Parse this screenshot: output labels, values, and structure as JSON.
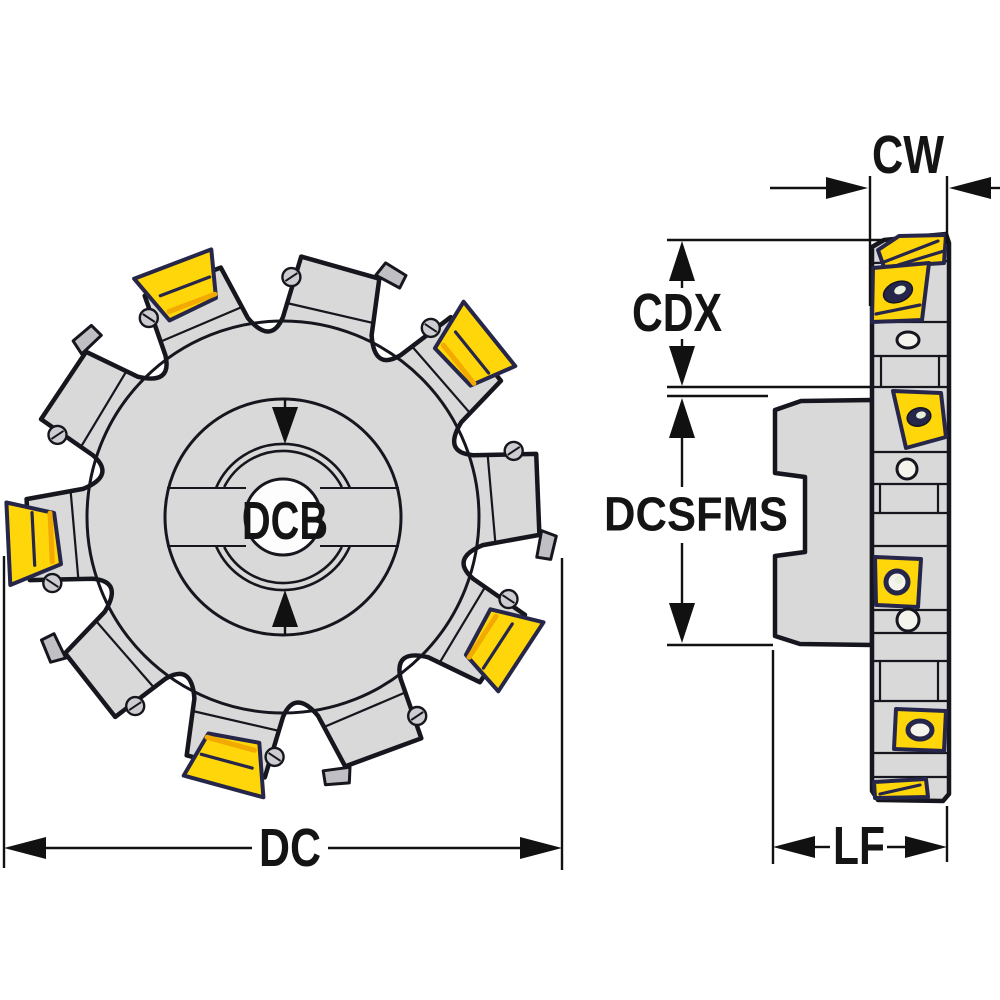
{
  "front_view": {
    "bore_label": "DCB",
    "diameter_label": "DC"
  },
  "side_view": {
    "width_label": "CW",
    "cutting_depth_label": "CDX",
    "flange_diameter_label": "DCSFMS",
    "body_length_label": "LF"
  },
  "colors": {
    "background": "#ffffff",
    "body-gray": "#d9d9d9",
    "body-gray-light": "#e0e0e0",
    "body-gray-dark": "#bfbfc4",
    "insert-yellow": "#ffd60a",
    "insert-accent": "#f2a900",
    "outline-dark": "#16161e",
    "hole-navy": "#26264a",
    "dimension-black": "#111111",
    "text-black": "#141414"
  }
}
